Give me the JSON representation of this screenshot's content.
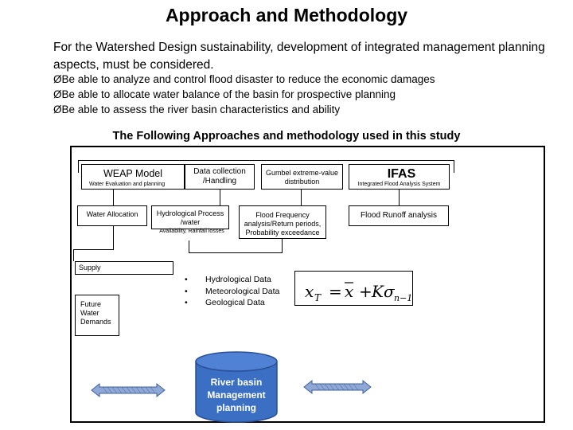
{
  "title": "Approach and Methodology",
  "intro": "For the Watershed Design sustainability, development of integrated management planning aspects, must be considered.",
  "bullet_marker": "Ø",
  "bullets": [
    "Be able to  analyze and control flood disaster to reduce the economic damages",
    "Be able to allocate water balance of the basin for prospective planning",
    "Be able to assess the river basin characteristics and ability"
  ],
  "subtitle": "The Following Approaches and methodology used in this study",
  "diagram": {
    "weap": {
      "title": "WEAP Model",
      "subtitle": "Water Evaluation and planning"
    },
    "data_collection": "Data collection /Handling",
    "gumbel": "Gumbel extreme-value distribution",
    "ifas": {
      "title": "IFAS",
      "subtitle": "Integrated Flood Analysis System"
    },
    "water_allocation": "Water Allocation",
    "hydrological_process": {
      "title": "Hydrological Process /water",
      "subtitle": "Availability, Rainfall losses"
    },
    "flood_frequency": "Flood Frequency analysis/Return periods, Probability exceedance",
    "flood_runoff": "Flood Runoff analysis",
    "supply": "Supply",
    "future_demands": "Future Water Demands",
    "data_types": [
      "Hydrological Data",
      "Meteorological Data",
      "Geological Data"
    ],
    "formula": {
      "lhs": "x",
      "lhs_sub": "T",
      "mean": "x",
      "k": "K",
      "sigma": "σ",
      "sigma_sub": "n−1"
    },
    "river_basin": "River basin Management planning"
  },
  "colors": {
    "cylinder": "#3a6fc4",
    "arrow": "#8fa8d6"
  }
}
